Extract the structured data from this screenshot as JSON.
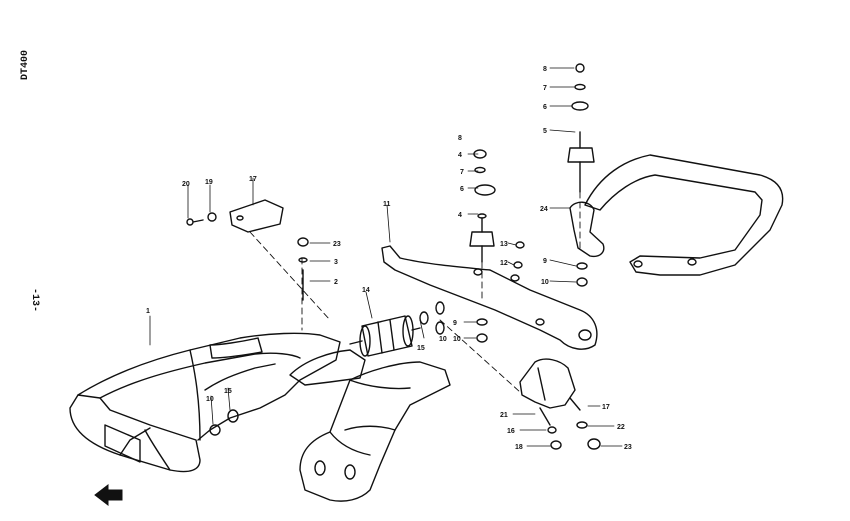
{
  "document": {
    "model_code": "DT400",
    "page_number": "-13-"
  },
  "callouts": {
    "c1": "1",
    "c2": "2",
    "c3": "3",
    "c4a": "4",
    "c4b": "4",
    "c5": "5",
    "c6a": "6",
    "c6b": "6",
    "c7a": "7",
    "c7b": "7",
    "c8a": "8",
    "c8b": "8",
    "c9a": "9",
    "c9b": "9",
    "c10a": "10",
    "c10b": "10",
    "c10c": "10",
    "c10d": "10",
    "c11": "11",
    "c12": "12",
    "c13": "13",
    "c14": "14",
    "c15a": "15",
    "c15b": "15",
    "c16": "16",
    "c17a": "17",
    "c17b": "17",
    "c18": "18",
    "c19": "19",
    "c20": "20",
    "c21": "21",
    "c22": "22",
    "c23a": "23",
    "c23b": "23",
    "c24": "24"
  },
  "colors": {
    "ink": "#111111",
    "paper": "#ffffff"
  },
  "icons": {
    "direction": "front-arrow-icon"
  }
}
